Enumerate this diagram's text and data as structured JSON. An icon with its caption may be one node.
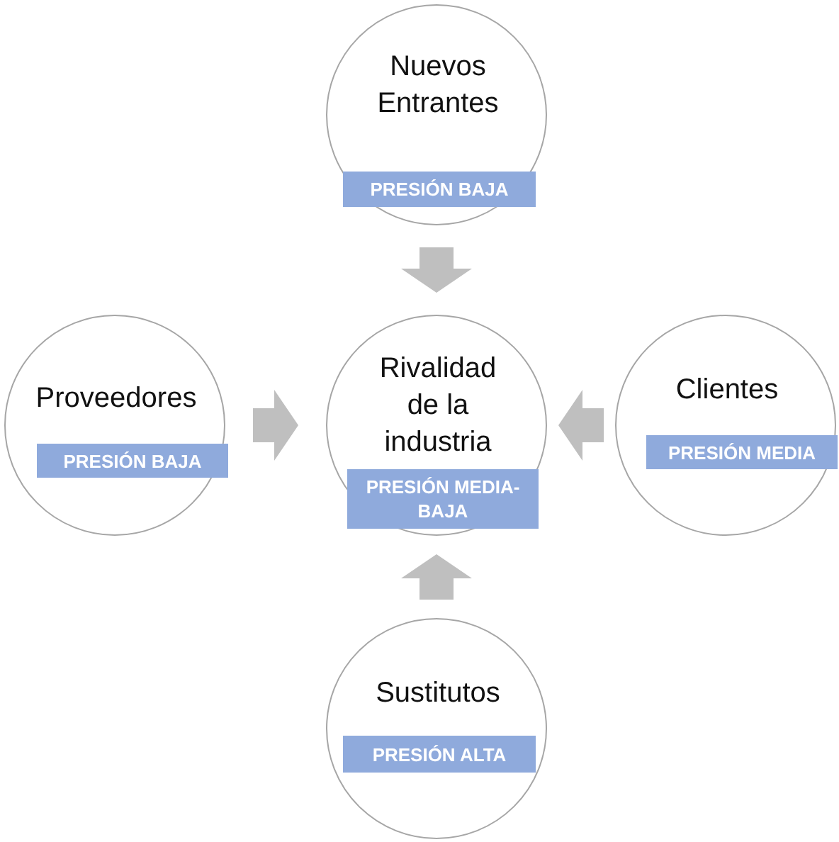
{
  "diagram": {
    "nodes": [
      {
        "text": [
          "Nuevos Entrantes",
          "PRESIÓN BAJA"
        ]
      },
      {
        "text": [
          "Proveedores",
          "PRESIÓN BAJA"
        ]
      },
      {
        "text": [
          "Rivalidad de la industria",
          "PRESIÓN MEDIA-BAJA"
        ]
      },
      {
        "text": [
          "Clientes",
          "PRESIÓN MEDIA"
        ]
      },
      {
        "text": [
          "Sustitutos",
          "PRESIÓN ALTA"
        ]
      }
    ],
    "edges": [
      {
        "from": 0,
        "to": 2,
        "arrow": "to"
      },
      {
        "from": 1,
        "to": 2,
        "arrow": "to"
      },
      {
        "from": 3,
        "to": 2,
        "arrow": "to"
      },
      {
        "from": 4,
        "to": 2,
        "arrow": "to"
      }
    ]
  }
}
